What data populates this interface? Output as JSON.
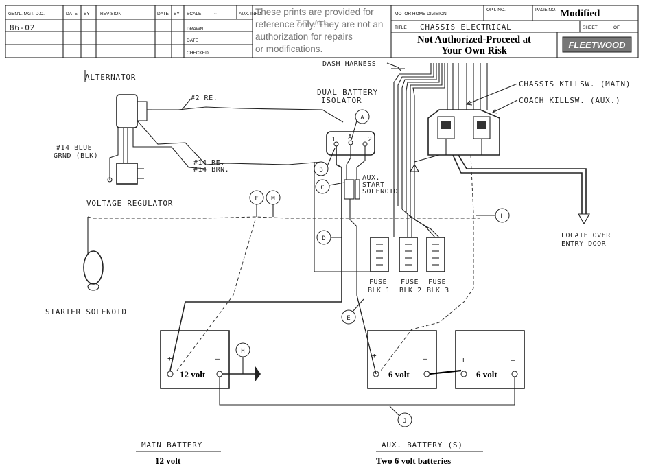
{
  "title_block": {
    "gen_mgr_dc": "GEN'L. MGT. D.C.",
    "date_handwritten": "86-02",
    "date": "DATE",
    "by": "BY",
    "revision": "REVISION",
    "scale": "SCALE",
    "scale_value": "~",
    "aux_info": "AUX. INFO",
    "aux_info_value": "T/T ALL",
    "drawn": "DRAWN",
    "checked": "CHECKED",
    "disclaimer": "These prints are provided for reference only. They are not an authorization for repairs or modifications.",
    "division": "MOTOR HOME DIVISION",
    "opt_no": "OPT. NO.",
    "opt_no_value": "—",
    "page_no": "PAGE NO.",
    "modified": "Modified",
    "title_label": "TITLE",
    "title_value": "CHASSIS ELECTRICAL",
    "sheet": "SHEET",
    "of": "OF",
    "warning_line1": "Not Authorized-Proceed at",
    "warning_line2": "Your Own Risk",
    "brand": "FLEETWOOD"
  },
  "labels": {
    "alternator": "ALTERNATOR",
    "wire_2_re": "#2 RE.",
    "wire_14_blue_1": "#14 BLUE",
    "wire_14_blue_2": "GRND (BLK)",
    "wire_14_re": "#14 RE.",
    "wire_14_brn": "#14 BRN.",
    "isolator_1": "DUAL BATTERY",
    "isolator_2": "ISOLATOR",
    "aux_start_1": "AUX.",
    "aux_start_2": "START",
    "aux_start_3": "SOLENOID",
    "voltage_regulator": "VOLTAGE REGULATOR",
    "starter_solenoid": "STARTER SOLENOID",
    "dash_harness": "DASH HARNESS",
    "chassis_kill": "CHASSIS KILLSW. (MAIN)",
    "coach_kill": "COACH KILLSW. (AUX.)",
    "locate_1": "LOCATE OVER",
    "locate_2": "ENTRY DOOR",
    "fuse1_1": "FUSE",
    "fuse1_2": "BLK 1",
    "fuse2_1": "FUSE",
    "fuse2_2": "BLK 2",
    "fuse3_1": "FUSE",
    "fuse3_2": "BLK 3",
    "iso_term_a": "1",
    "iso_term_b": "A",
    "iso_term_c": "2",
    "main_battery": "MAIN BATTERY",
    "main_battery_volt": "12 volt",
    "aux_battery": "AUX. BATTERY (S)",
    "aux_battery_desc": "Two 6 volt batteries",
    "batt_12v": "12 volt",
    "batt_6v_a": "6 volt",
    "batt_6v_b": "6 volt",
    "plus": "+",
    "minus": "–"
  },
  "callouts": {
    "A": "A",
    "B": "B",
    "C": "C",
    "D": "D",
    "E": "E",
    "F": "F",
    "M": "M",
    "H": "H",
    "J": "J",
    "L": "L"
  }
}
